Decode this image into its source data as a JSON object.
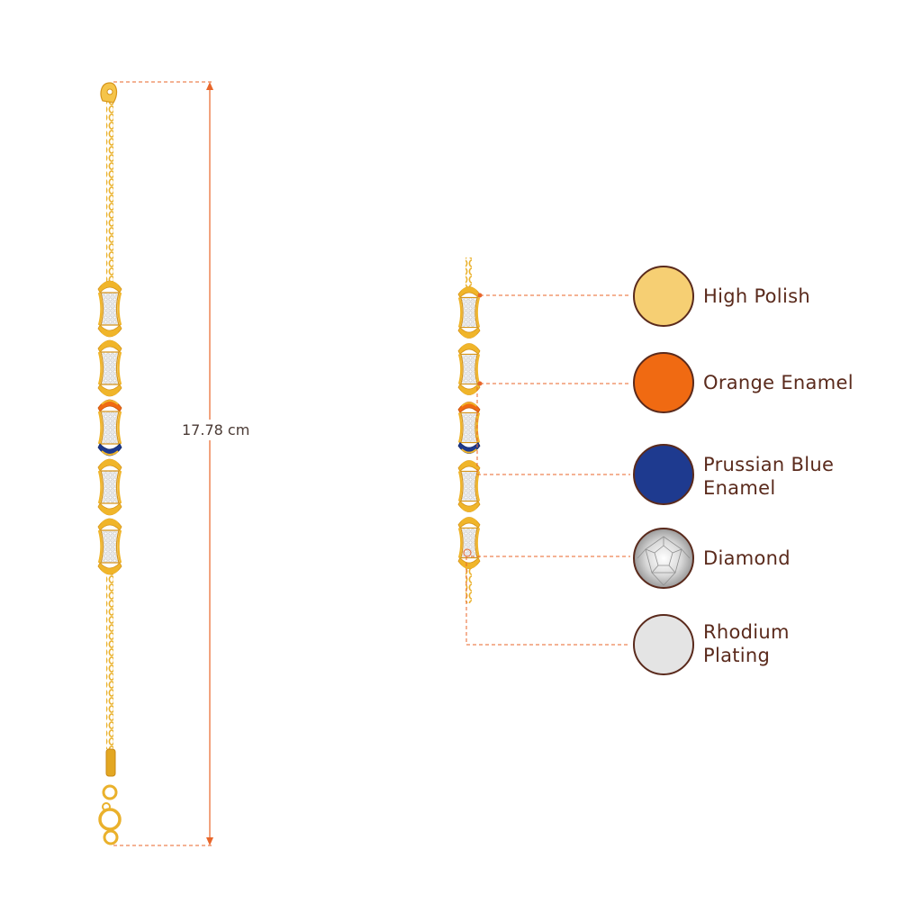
{
  "measurement": {
    "length_label": "17.78 cm",
    "guide_color": "#e8662a"
  },
  "features": [
    {
      "label": "High Polish",
      "color": "#f6cf73",
      "swatch_icon": "gold-swatch-icon"
    },
    {
      "label": "Orange Enamel",
      "color": "#f06a12",
      "swatch_icon": "orange-swatch-icon"
    },
    {
      "label": "Prussian Blue Enamel",
      "color": "#1e3a8f",
      "swatch_icon": "blue-swatch-icon"
    },
    {
      "label": "Diamond",
      "color": "#e6e6e6",
      "swatch_icon": "diamond-swatch-icon"
    },
    {
      "label": "Rhodium Plating",
      "color": "#e4e4e4",
      "swatch_icon": "rhodium-swatch-icon"
    }
  ],
  "colors": {
    "gold": "#f0b52a",
    "gold_dark": "#d6951a",
    "swatch_border": "#5a2a1c",
    "label_text": "#5a2a1c"
  }
}
